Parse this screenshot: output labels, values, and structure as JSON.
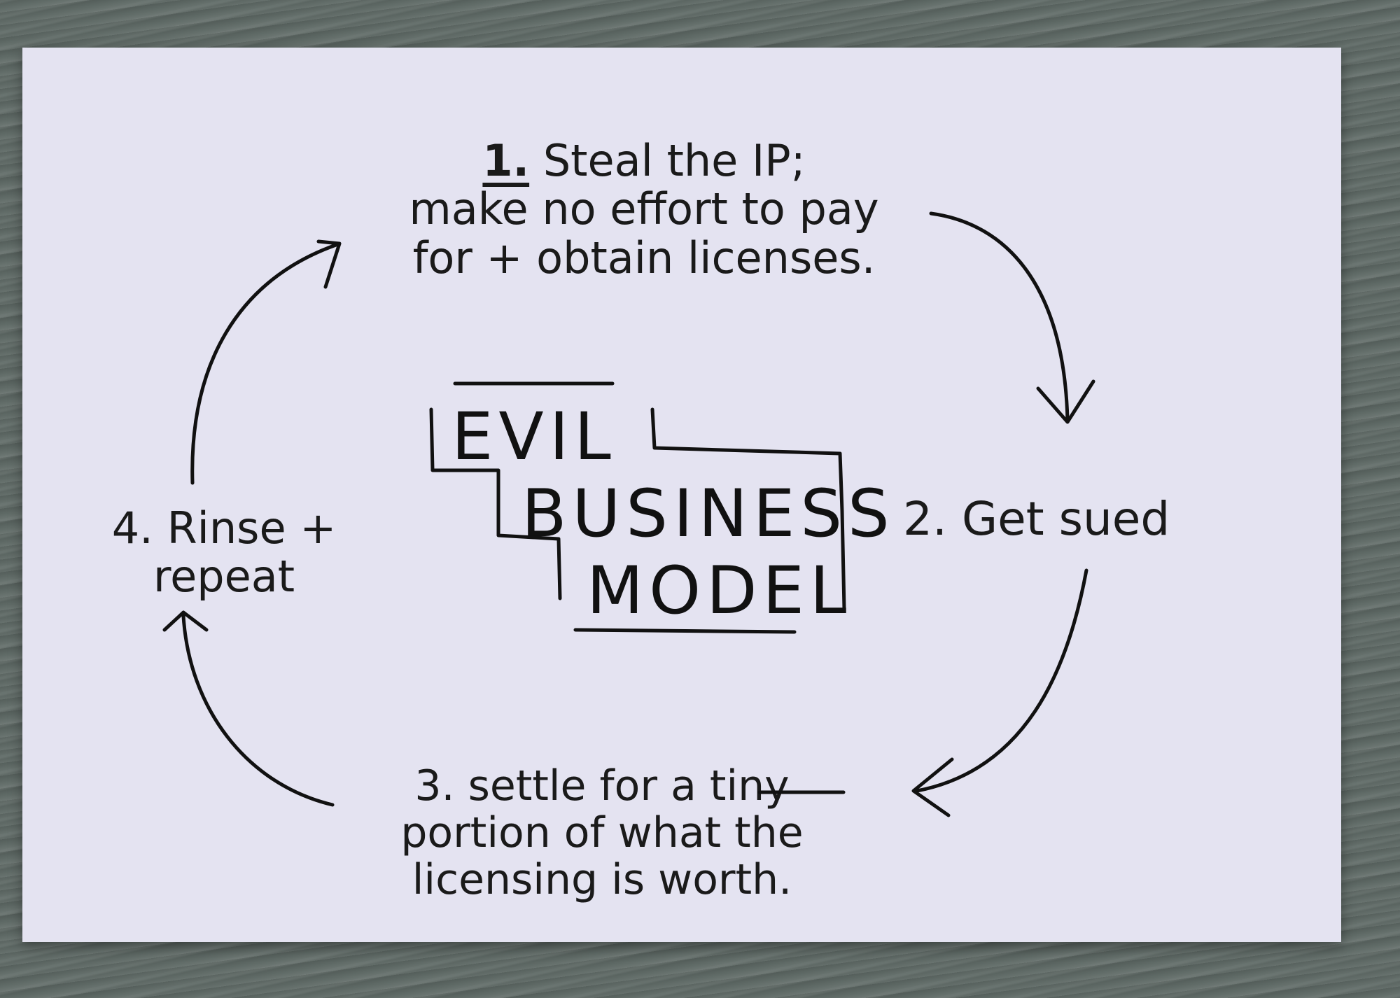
{
  "diagram": {
    "title_lines": [
      "EVIL",
      "BUSINESS",
      "MODEL"
    ],
    "steps": [
      {
        "number": "1.",
        "lines": [
          "Steal the IP;",
          "make no effort to pay",
          "for + obtain licenses."
        ]
      },
      {
        "number": "2.",
        "lines": [
          "Get sued"
        ]
      },
      {
        "number": "3.",
        "lines": [
          "settle for a tiny",
          "portion of what the",
          "licensing is worth."
        ]
      },
      {
        "number": "4.",
        "lines": [
          "Rinse +",
          "repeat"
        ]
      }
    ]
  },
  "colors": {
    "ink": "#1a1a1a",
    "card": "#e4e3f1",
    "table": "#5f6a66"
  }
}
